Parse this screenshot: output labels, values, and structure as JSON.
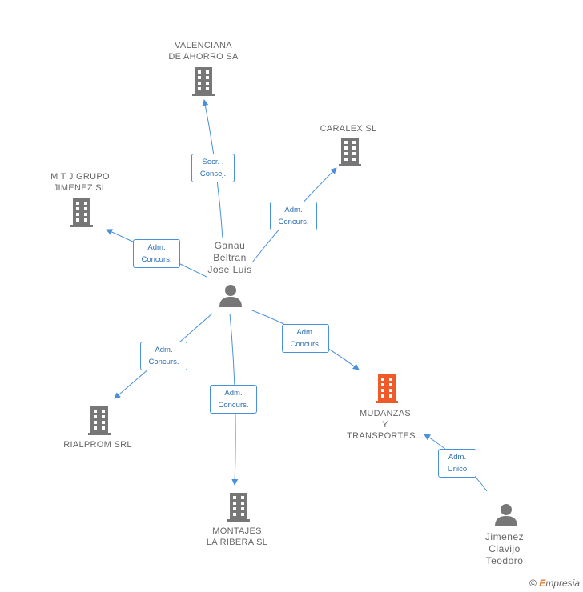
{
  "colors": {
    "edge": "#4a90d9",
    "company": "#777777",
    "company_highlight": "#f05a28",
    "person": "#777777"
  },
  "nodes": {
    "valenciana": {
      "lines": [
        "VALENCIANA",
        "DE AHORRO SA"
      ],
      "icon": "building-icon"
    },
    "caralex": {
      "lines": [
        "CARALEX SL"
      ],
      "icon": "building-icon"
    },
    "mtj": {
      "lines": [
        "M T J GRUPO",
        "JIMENEZ SL"
      ],
      "icon": "building-icon"
    },
    "rialprom": {
      "lines": [
        "RIALPROM SRL"
      ],
      "icon": "building-icon"
    },
    "montajes": {
      "lines": [
        "MONTAJES",
        "LA RIBERA SL"
      ],
      "icon": "building-icon"
    },
    "mudanzas": {
      "lines": [
        "MUDANZAS",
        "Y",
        "TRANSPORTES..."
      ],
      "icon": "building-icon"
    },
    "ganau": {
      "lines": [
        "Ganau",
        "Beltran",
        "Jose Luis"
      ],
      "icon": "person-icon"
    },
    "jimenez": {
      "lines": [
        "Jimenez",
        "Clavijo",
        "Teodoro"
      ],
      "icon": "person-icon"
    }
  },
  "roles": {
    "to_valenciana": [
      "Secr. ,",
      "Consej."
    ],
    "to_caralex": [
      "Adm.",
      "Concurs."
    ],
    "to_mtj": [
      "Adm.",
      "Concurs."
    ],
    "to_rialprom": [
      "Adm.",
      "Concurs."
    ],
    "to_montajes": [
      "Adm.",
      "Concurs."
    ],
    "to_mudanzas": [
      "Adm.",
      "Concurs."
    ],
    "jimenez_to_mudanzas": [
      "Adm.",
      "Unico"
    ]
  },
  "footer": {
    "copyright": "©",
    "brand_first": "E",
    "brand_rest": "mpresia"
  }
}
